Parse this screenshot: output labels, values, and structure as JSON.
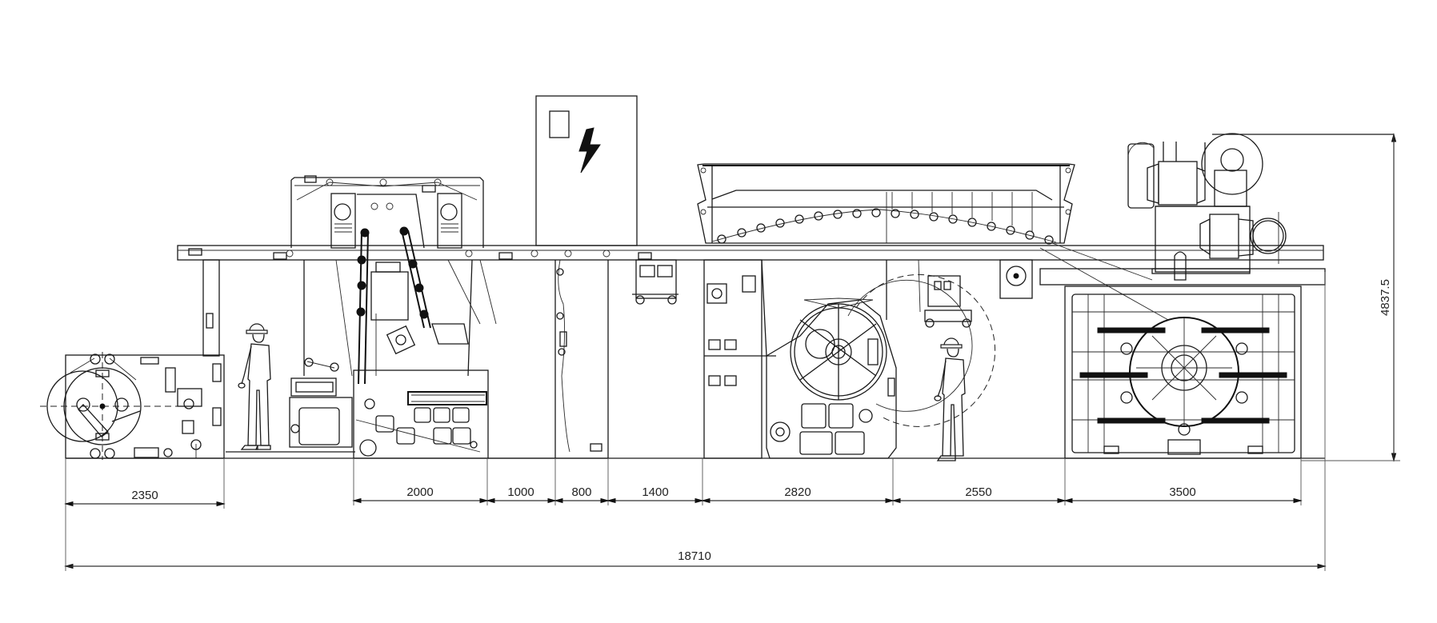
{
  "drawing": {
    "type": "machine side elevation (coating/laminating line)",
    "units": "mm",
    "background": "#ffffff",
    "line_color": "#1a1a1a",
    "overall_length": {
      "value": "18710",
      "label": "18710"
    },
    "overall_height": {
      "value": "4837.5",
      "label": "4837.5"
    },
    "segment_dimensions": [
      {
        "id": "unwinder",
        "label": "2350",
        "value": 2350
      },
      {
        "id": "coating-unit",
        "label": "2000",
        "value": 2000
      },
      {
        "id": "gap-1",
        "label": "1000",
        "value": 1000
      },
      {
        "id": "guide-frame",
        "label": "800",
        "value": 800
      },
      {
        "id": "gap-2",
        "label": "1400",
        "value": 1400
      },
      {
        "id": "dryer-laminator",
        "label": "2820",
        "value": 2820
      },
      {
        "id": "operator-space",
        "label": "2550",
        "value": 2550
      },
      {
        "id": "rewinder",
        "label": "3500",
        "value": 3500
      }
    ],
    "components": [
      {
        "id": "unwinder",
        "name": "Unwinding unit with dual reel arms"
      },
      {
        "id": "coating-head",
        "name": "Coating head tower with springs and rollers"
      },
      {
        "id": "electrical-cabinet",
        "name": "Electrical cabinet",
        "icon": "lightning-bolt-icon"
      },
      {
        "id": "guide-frame",
        "name": "Web guide frame"
      },
      {
        "id": "drying-oven",
        "name": "Drying oven (arched roller bed)"
      },
      {
        "id": "laminating-unit",
        "name": "Laminating unit with large drum"
      },
      {
        "id": "fan-assembly",
        "name": "Exhaust fan and ducting"
      },
      {
        "id": "rewinder",
        "name": "Turret rewinding unit"
      }
    ],
    "operators": [
      {
        "id": "operator-1",
        "name": "Operator figure near unwinder"
      },
      {
        "id": "operator-2",
        "name": "Operator figure near laminator"
      }
    ]
  }
}
